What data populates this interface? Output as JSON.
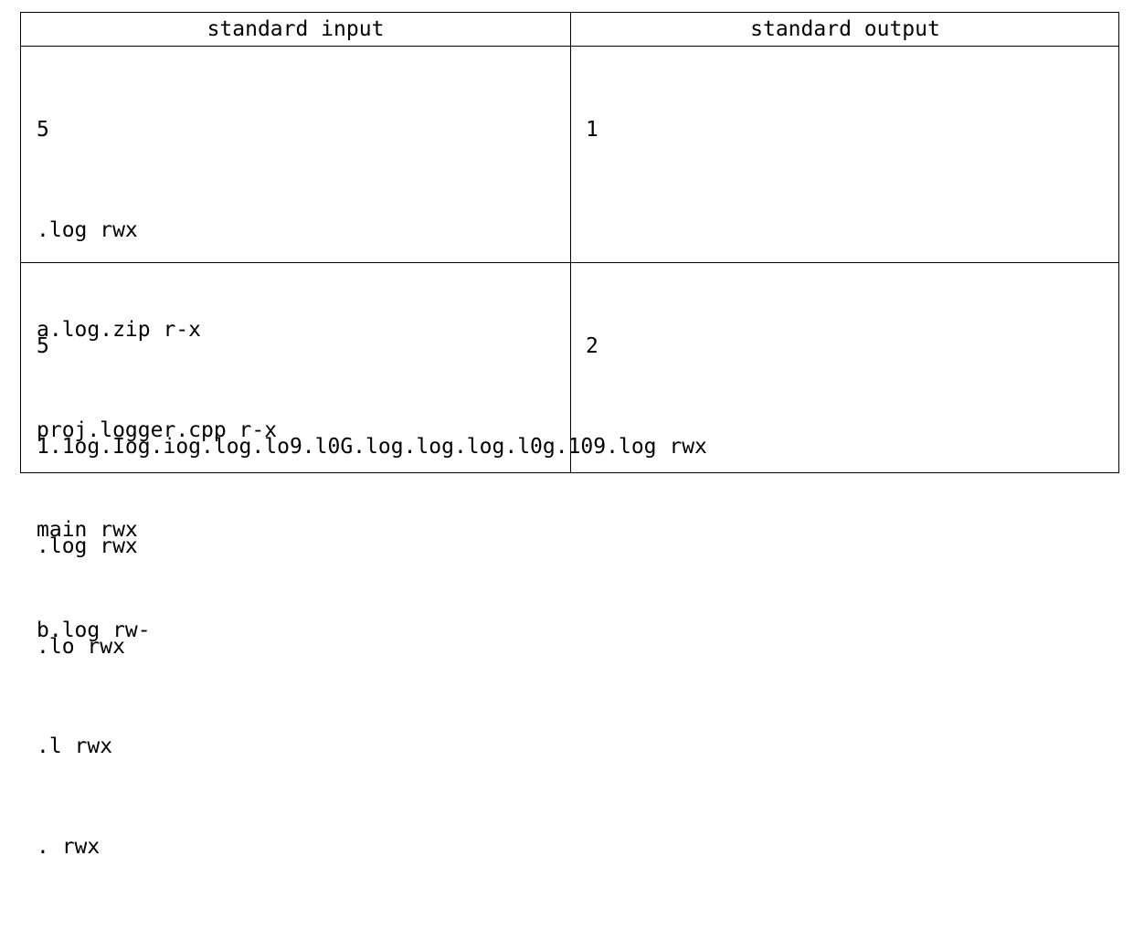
{
  "headers": {
    "input": "standard input",
    "output": "standard output"
  },
  "examples": [
    {
      "input": [
        "5",
        ".log rwx",
        "a.log.zip r-x",
        "proj.logger.cpp r-x",
        "main rwx",
        "b.log rw-"
      ],
      "output": [
        "1"
      ]
    },
    {
      "input": [
        "5",
        "1.1og.Iog.iog.log.lo9.l0G.log.log.log.l0g.109.log rwx",
        ".log rwx",
        ".lo rwx",
        ".l rwx",
        ". rwx"
      ],
      "output": [
        "2"
      ]
    }
  ]
}
